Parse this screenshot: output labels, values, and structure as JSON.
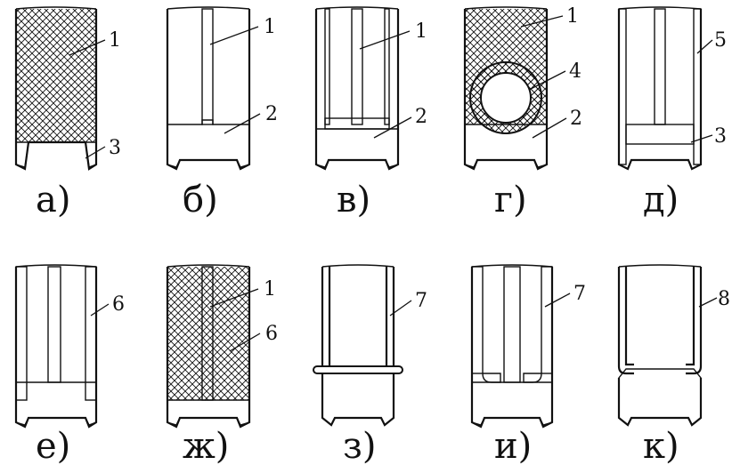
{
  "figure": {
    "panels": [
      {
        "id": "a",
        "label": "а)",
        "callouts": [
          "1",
          "3"
        ]
      },
      {
        "id": "b",
        "label": "б)",
        "callouts": [
          "1",
          "2"
        ]
      },
      {
        "id": "v",
        "label": "в)",
        "callouts": [
          "1",
          "2"
        ]
      },
      {
        "id": "g",
        "label": "г)",
        "callouts": [
          "1",
          "4",
          "2"
        ]
      },
      {
        "id": "d",
        "label": "д)",
        "callouts": [
          "5",
          "3"
        ]
      },
      {
        "id": "e",
        "label": "е)",
        "callouts": [
          "6"
        ]
      },
      {
        "id": "zh",
        "label": "ж)",
        "callouts": [
          "1",
          "6"
        ]
      },
      {
        "id": "z",
        "label": "з)",
        "callouts": [
          "7"
        ]
      },
      {
        "id": "i",
        "label": "и)",
        "callouts": [
          "7"
        ]
      },
      {
        "id": "k",
        "label": "к)",
        "callouts": [
          "8"
        ]
      }
    ],
    "colors": {
      "ink": "#111111",
      "background": "#ffffff"
    }
  }
}
